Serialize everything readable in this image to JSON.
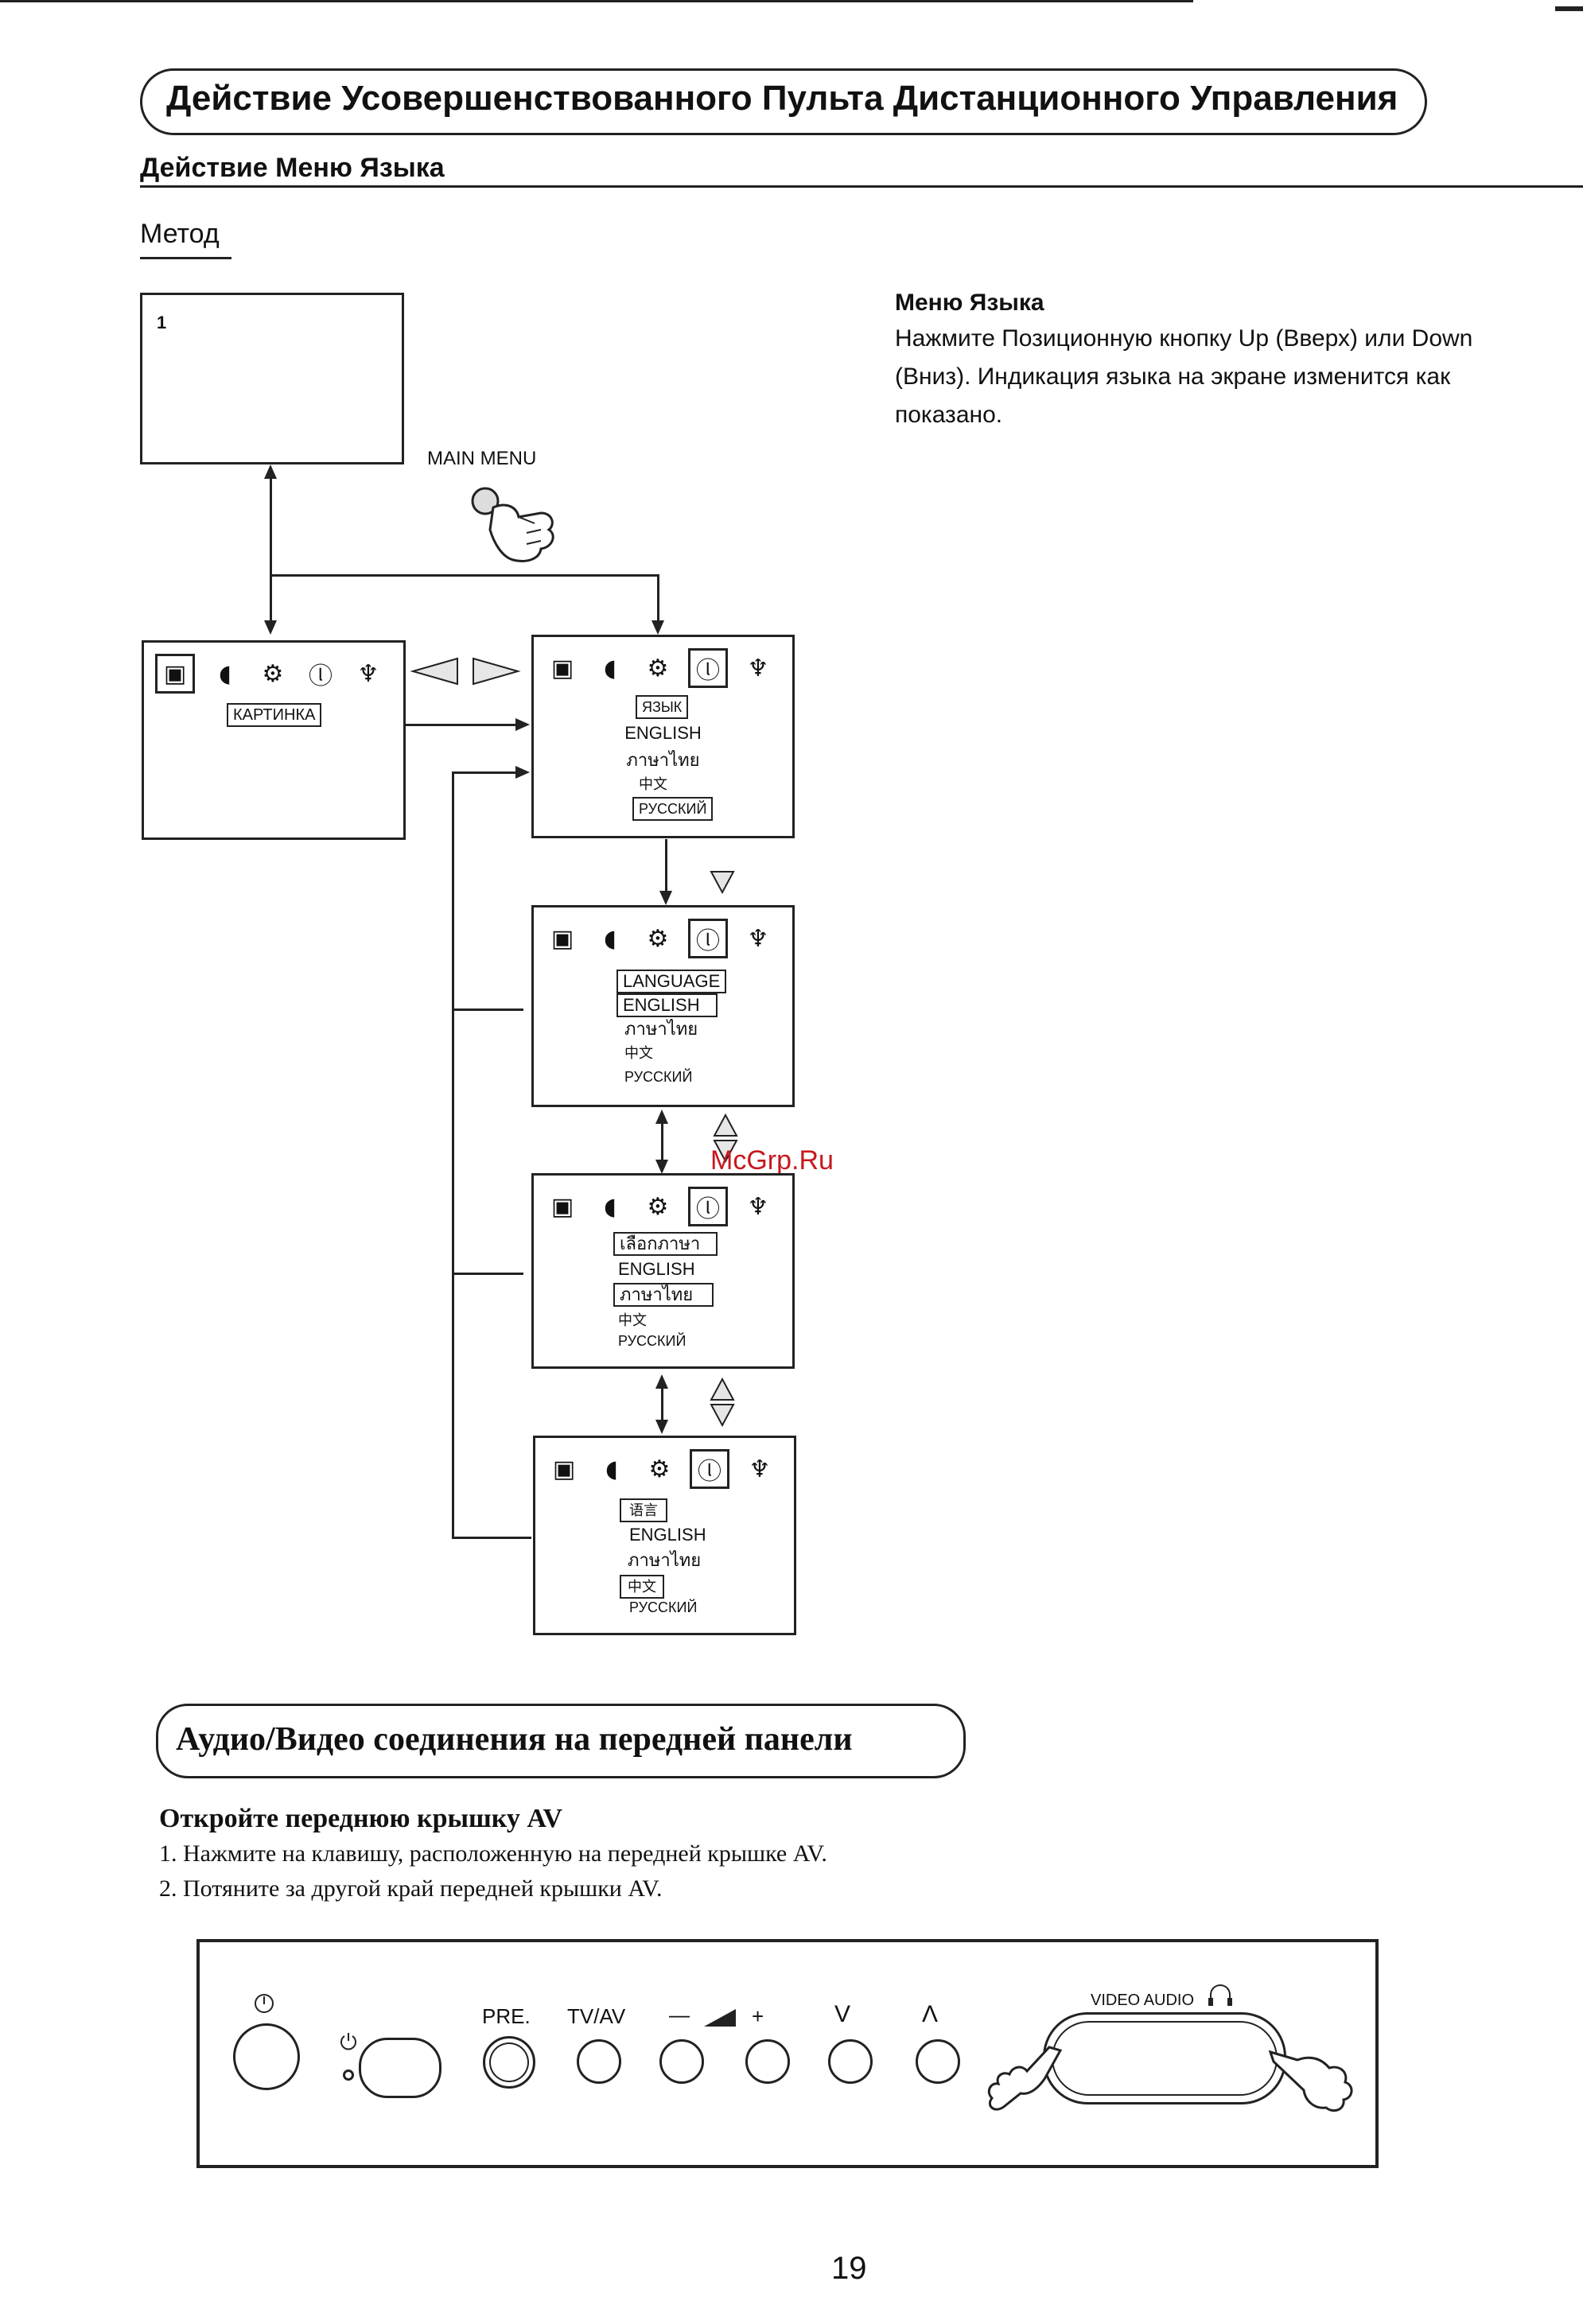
{
  "header": {
    "title": "Действие Усовершенствованного Пульта Дистанционного Управления",
    "subtitle": "Действие Меню Языка",
    "method_label": "Метод"
  },
  "instructions": {
    "heading": "Меню Языка",
    "lines": [
      "Нажмите Позиционную кнопку Up (Вверх) или Down",
      "(Вниз). Индикация языка на экране изменится как",
      "показано."
    ]
  },
  "diagram": {
    "tv_screen_number": "1",
    "main_menu_label": "MAIN MENU",
    "picture_label": "КАРТИНКА",
    "menus": [
      {
        "title": "ЯЗЫК",
        "items": [
          "ENGLISH",
          "ภาษาไทย",
          "中文",
          "РУССКИЙ"
        ],
        "selected": 3
      },
      {
        "title": "LANGUAGE",
        "items": [
          "ENGLISH",
          "ภาษาไทย",
          "中文",
          "РУССКИЙ"
        ],
        "selected": 0
      },
      {
        "title": "เลือกภาษา",
        "items": [
          "ENGLISH",
          "ภาษาไทย",
          "中文",
          "РУССКИЙ"
        ],
        "selected": 1
      },
      {
        "title": "语言",
        "items": [
          "ENGLISH",
          "ภาษาไทย",
          "中文",
          "РУССКИЙ"
        ],
        "selected": 2
      }
    ],
    "watermark": "McGrp.Ru"
  },
  "av_section": {
    "title": "Аудио/Видео соединения на передней панели",
    "subheading": "Откройте переднюю крышку AV",
    "steps": [
      "1. Нажмите на клавишу, расположенную на передней крышке AV.",
      "2. Потяните за другой край передней крышки AV."
    ],
    "panel": {
      "pre": "PRE.",
      "tvav": "TV/AV",
      "minus": "—",
      "plus": "+",
      "down": "V",
      "up": "Λ",
      "video_audio": "VIDEO AUDIO"
    }
  },
  "page_number": "19"
}
